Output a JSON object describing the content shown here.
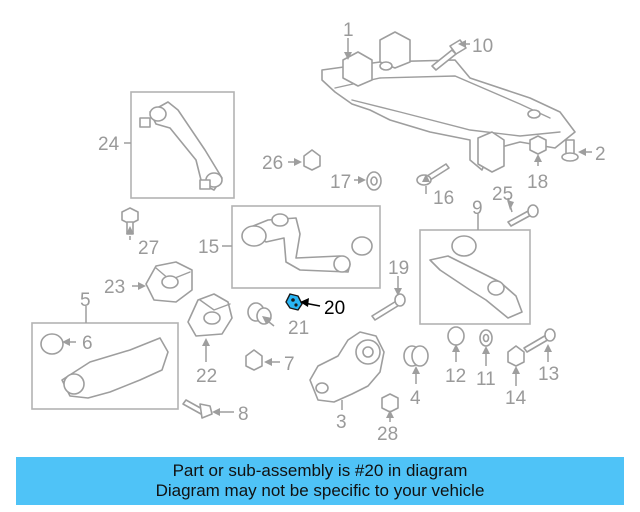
{
  "callouts": {
    "c1": "1",
    "c2": "2",
    "c3": "3",
    "c4": "4",
    "c5": "5",
    "c6": "6",
    "c7": "7",
    "c8": "8",
    "c9": "9",
    "c10": "10",
    "c11": "11",
    "c12": "12",
    "c13": "13",
    "c14": "14",
    "c15": "15",
    "c16": "16",
    "c17": "17",
    "c18": "18",
    "c19": "19",
    "c20": "20",
    "c21": "21",
    "c22": "22",
    "c23": "23",
    "c24": "24",
    "c25": "25",
    "c26": "26",
    "c27": "27",
    "c28": "28"
  },
  "highlighted_part": "20",
  "colors": {
    "highlight_part": "#29b6f6",
    "banner": "#4fc3f7",
    "linework": "#9e9e9e"
  },
  "banner": {
    "line1": "Part or sub-assembly is #20 in diagram",
    "line2": "Diagram may not be specific to your vehicle"
  }
}
